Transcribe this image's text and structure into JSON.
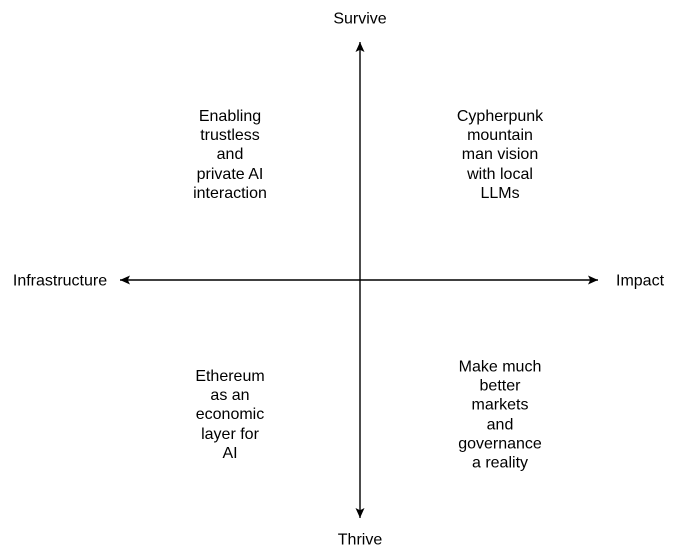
{
  "axis_labels": {
    "top": "Survive",
    "bottom": "Thrive",
    "left": "Infrastructure",
    "right": "Impact"
  },
  "quadrants": {
    "top_left": "Enabling\ntrustless\nand\nprivate AI\ninteraction",
    "top_right": "Cypherpunk\nmountain\nman vision\nwith local\nLLMs",
    "bottom_left": "Ethereum\nas an\neconomic\nlayer for\nAI",
    "bottom_right": "Make much\nbetter\nmarkets\nand\ngovernance\na reality"
  },
  "colors": {
    "line": "#000000",
    "text": "#000000",
    "background": "#ffffff"
  }
}
